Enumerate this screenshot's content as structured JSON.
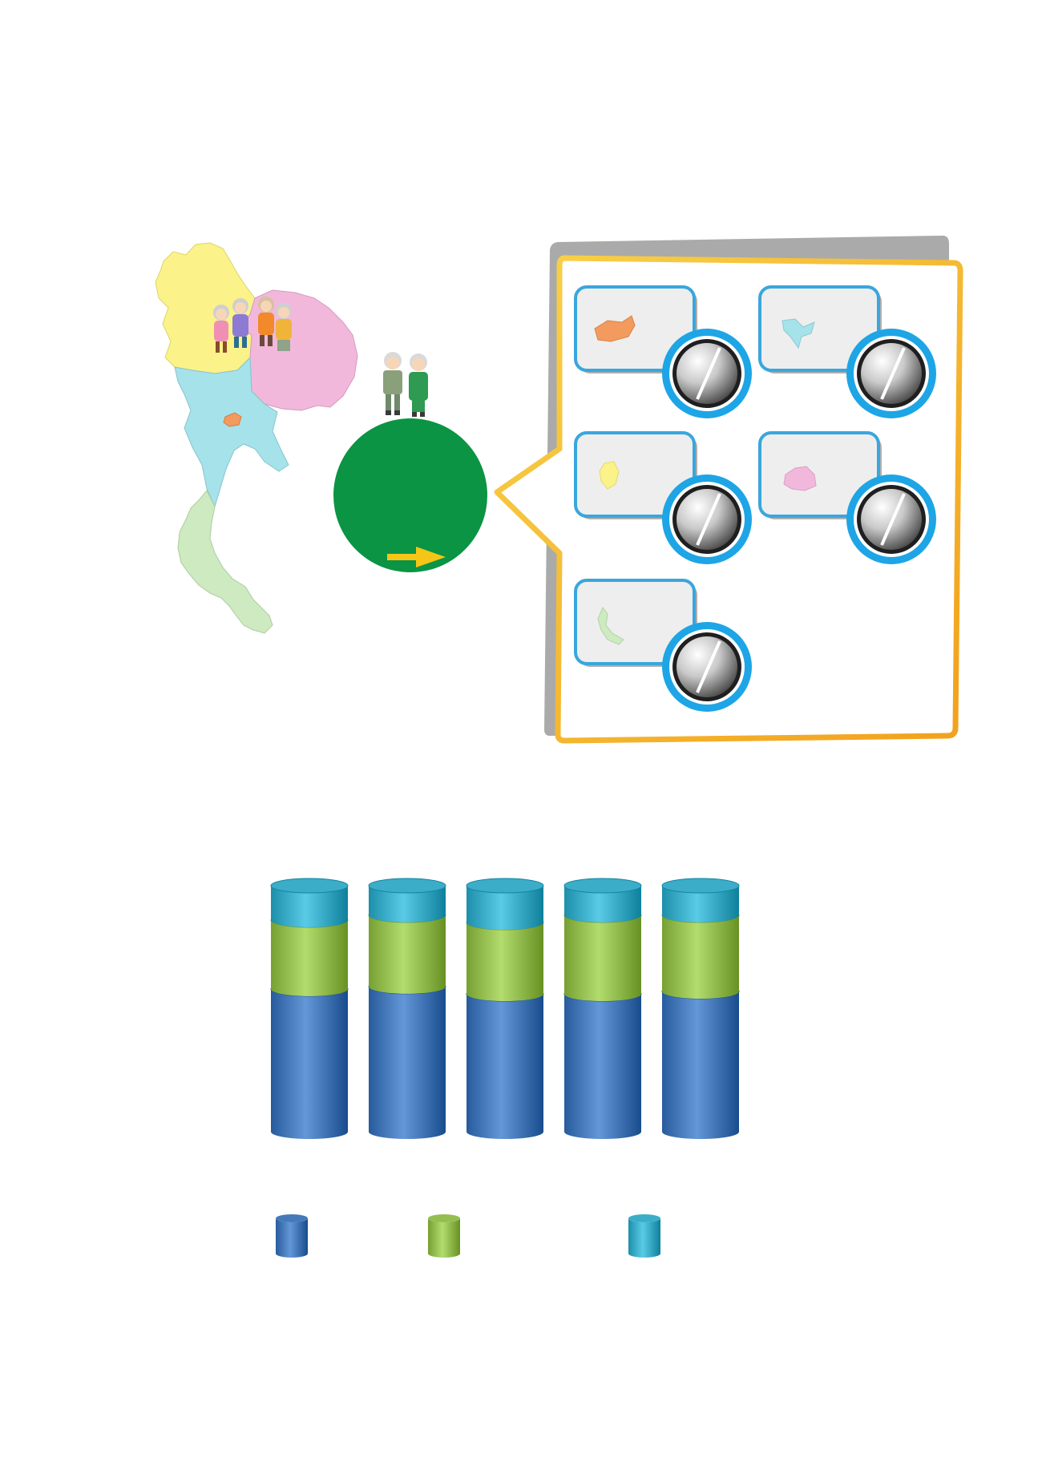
{
  "colors": {
    "background": "#ffffff",
    "region_north": "#fbf28a",
    "region_northeast": "#f2b8dc",
    "region_central": "#a6e2ea",
    "region_south": "#cdeac0",
    "region_bangkok": "#f39a5e",
    "circle_green": "#0a9444",
    "arrow_yellow": "#f5c518",
    "panel_border": "#f5b223",
    "panel_shadow": "#9b9b9b",
    "card_fill": "#eeeeee",
    "card_border": "#3aa6dd",
    "knob_ring": "#1ea5e6",
    "series_blue": "#4f83c4",
    "series_green": "#9fc85a",
    "series_cyan": "#45b7d3"
  },
  "icons": {
    "thailand_map": "thailand-regions-map-icon",
    "elderly_group": "elderly-group-icon",
    "elderly_couple": "elderly-couple-icon",
    "arrow": "arrow-right-icon",
    "knob": "gauge-knob-icon"
  },
  "region_cards": [
    {
      "region": "bangkok",
      "color": "#f39a5e"
    },
    {
      "region": "central",
      "color": "#a6e2ea"
    },
    {
      "region": "north",
      "color": "#fbf28a"
    },
    {
      "region": "northeast",
      "color": "#f2b8dc"
    },
    {
      "region": "south",
      "color": "#cdeac0"
    }
  ],
  "chart_data": {
    "type": "bar",
    "stacked": true,
    "style": "3d-cylinder",
    "categories": [
      "",
      "",
      "",
      "",
      ""
    ],
    "series": [
      {
        "color": "#4f83c4",
        "values": [
          58,
          59,
          56,
          56,
          57
        ]
      },
      {
        "color": "#9fc85a",
        "values": [
          28,
          29,
          29,
          32,
          31
        ]
      },
      {
        "color": "#45b7d3",
        "values": [
          14,
          12,
          15,
          12,
          12
        ]
      }
    ],
    "ylim": [
      0,
      100
    ],
    "grid": false,
    "legend": "bottom"
  }
}
